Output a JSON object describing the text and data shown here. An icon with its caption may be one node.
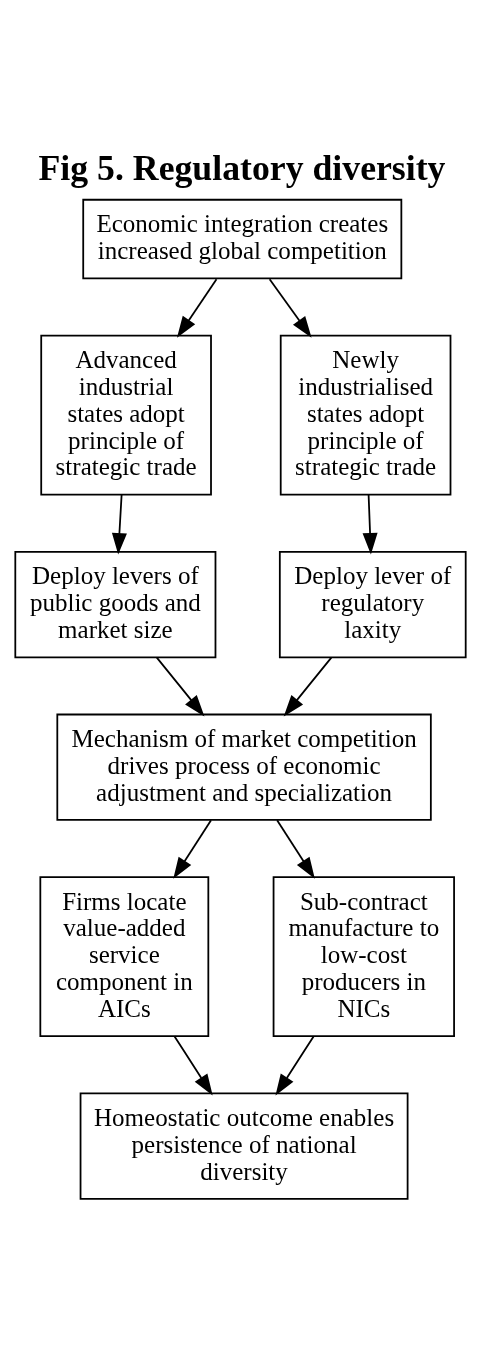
{
  "diagram": {
    "title": "Fig 5. Regulatory diversity",
    "nodes": [
      {
        "text": [
          "Economic integration creates increased global competition"
        ]
      },
      {
        "text": [
          "Advanced industrial states adopt principle of strategic trade"
        ]
      },
      {
        "text": [
          "Newly industrialised states adopt principle of strategic trade"
        ]
      },
      {
        "text": [
          "Deploy levers of public goods and market size"
        ]
      },
      {
        "text": [
          "Deploy lever of regulatory laxity"
        ]
      },
      {
        "text": [
          "Mechanism of market competition drives process of economic adjustment and specialization"
        ]
      },
      {
        "text": [
          "Firms locate value-added service component in AICs"
        ]
      },
      {
        "text": [
          "Sub-contract manufacture to low-cost producers in NICs"
        ]
      },
      {
        "text": [
          "Homeostatic outcome enables persistence of national diversity"
        ]
      }
    ],
    "edges": [
      {
        "from": 0,
        "to": 1,
        "arrow": "to"
      },
      {
        "from": 0,
        "to": 2,
        "arrow": "to"
      },
      {
        "from": 1,
        "to": 3,
        "arrow": "to"
      },
      {
        "from": 2,
        "to": 4,
        "arrow": "to"
      },
      {
        "from": 3,
        "to": 5,
        "arrow": "to"
      },
      {
        "from": 4,
        "to": 5,
        "arrow": "to"
      },
      {
        "from": 5,
        "to": 6,
        "arrow": "to"
      },
      {
        "from": 5,
        "to": 7,
        "arrow": "to"
      },
      {
        "from": 6,
        "to": 8,
        "arrow": "to"
      },
      {
        "from": 7,
        "to": 8,
        "arrow": "to"
      }
    ]
  }
}
